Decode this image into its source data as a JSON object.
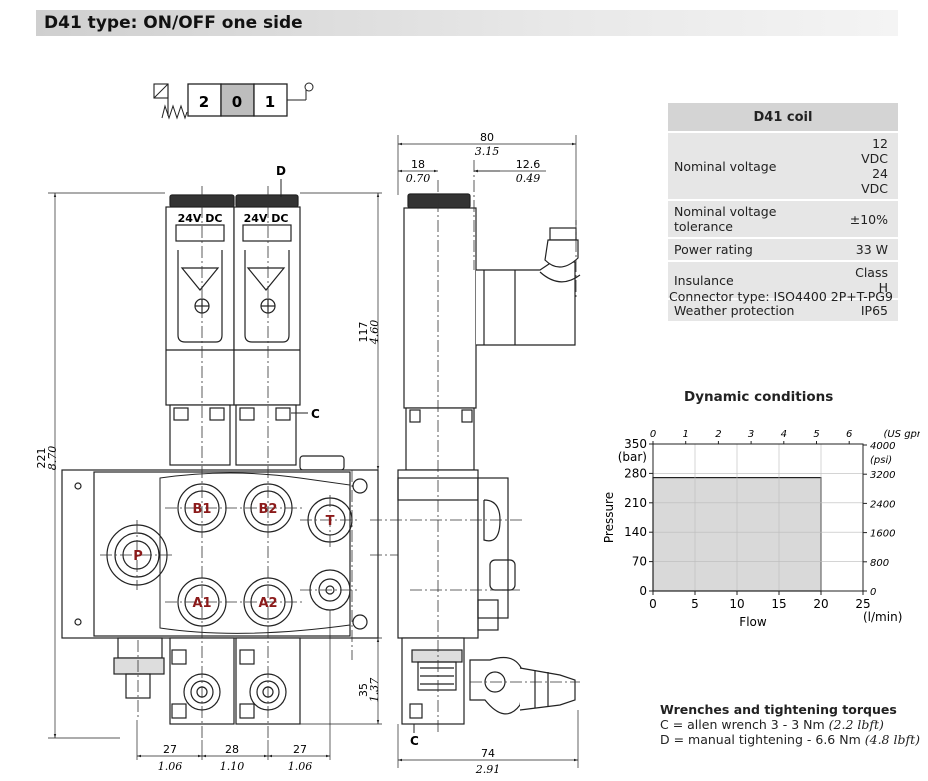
{
  "title": "D41 type: ON/OFF one side",
  "schematic": {
    "positions": [
      "2",
      "0",
      "1"
    ]
  },
  "drawing_labels": {
    "coil_text": "24V DC",
    "D": "D",
    "C": "C",
    "C2": "C",
    "ports": [
      "B1",
      "B2",
      "T",
      "P",
      "A1",
      "A2"
    ]
  },
  "dimensions": {
    "d80": "80",
    "d80_in": "3.15",
    "d18": "18",
    "d18_in": "0.70",
    "d12_6": "12.6",
    "d12_6_in": "0.49",
    "d117": "117",
    "d117_in": "4.60",
    "d221": "221",
    "d221_in": "8.70",
    "d35": "35",
    "d35_in": "1.37",
    "d27a": "27",
    "d27a_in": "1.06",
    "d28": "28",
    "d28_in": "1.10",
    "d27b": "27",
    "d27b_in": "1.06",
    "d74": "74",
    "d74_in": "2.91"
  },
  "coil_table": {
    "header": "D41 coil",
    "rows": [
      {
        "label": "Nominal voltage",
        "value": "12 VDC",
        "value2": "24 VDC"
      },
      {
        "label": "Nominal voltage tolerance",
        "value": "±10%"
      },
      {
        "label": "Power rating",
        "value": "33 W"
      },
      {
        "label": "Insulance",
        "value": "Class H"
      },
      {
        "label": "Weather protection",
        "value": "IP65"
      }
    ],
    "connector": "Connector type: ISO4400 2P+T-PG9"
  },
  "dynamic_title": "Dynamic conditions",
  "chart_data": {
    "type": "area",
    "title": "Dynamic conditions",
    "xlabel": "Flow",
    "ylabel": "Pressure",
    "x_unit": "(l/min)",
    "y_unit": "(bar)",
    "x_top_unit": "(US gpm)",
    "y_right_unit": "(psi)",
    "xlim": [
      0,
      25
    ],
    "ylim": [
      0,
      350
    ],
    "x_ticks": [
      0,
      5,
      10,
      15,
      20,
      25
    ],
    "y_ticks": [
      0,
      70,
      140,
      210,
      280,
      350
    ],
    "x_top_ticks": [
      "0",
      "1",
      "2",
      "3",
      "4",
      "5",
      "6"
    ],
    "y_right_ticks": [
      "0",
      "800",
      "1600",
      "2400",
      "3200",
      "4000"
    ],
    "region": {
      "x": [
        0,
        20
      ],
      "y": [
        0,
        270
      ]
    }
  },
  "wrenches": {
    "heading": "Wrenches and tightening torques",
    "c_text": "C = allen wrench 3 - 3 Nm",
    "c_imp": "(2.2 lbft)",
    "d_text": "D = manual tightening - 6.6 Nm",
    "d_imp": "(4.8 lbft)"
  }
}
